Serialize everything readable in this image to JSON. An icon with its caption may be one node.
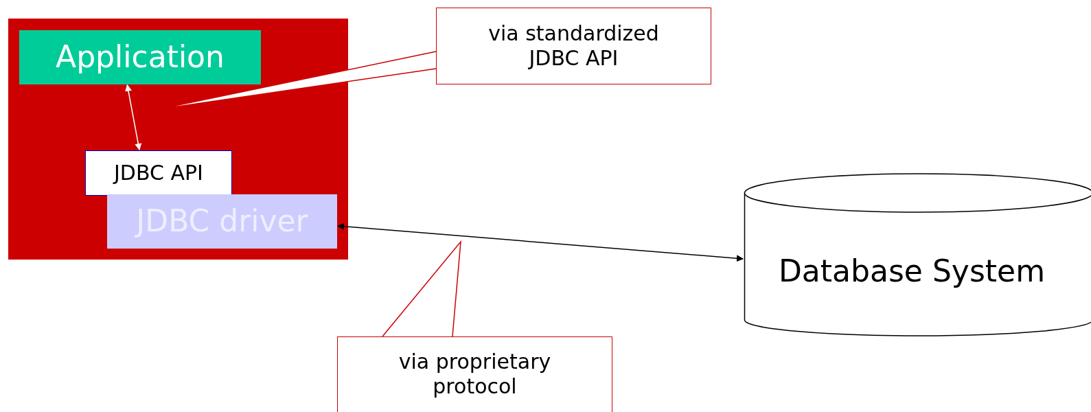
{
  "diagram": {
    "nodes": [
      {
        "text": [],
        "shape": "box"
      },
      {
        "text": [
          "Application"
        ],
        "in": 0
      },
      {
        "text": [
          "JDBC API"
        ],
        "in": 0
      },
      {
        "text": [
          "JDBC driver"
        ],
        "in": 0
      },
      {
        "text": [
          "Database System"
        ]
      },
      {
        "text": [
          "via standardized JDBC API"
        ]
      },
      {
        "text": [
          "via proprietary protocol"
        ]
      }
    ],
    "edges": [
      {
        "from": 1,
        "to": 2,
        "arrow": "both",
        "color": "#ffffff"
      },
      {
        "from": 3,
        "to": 4,
        "arrow": "both",
        "color": "#000000"
      }
    ]
  }
}
